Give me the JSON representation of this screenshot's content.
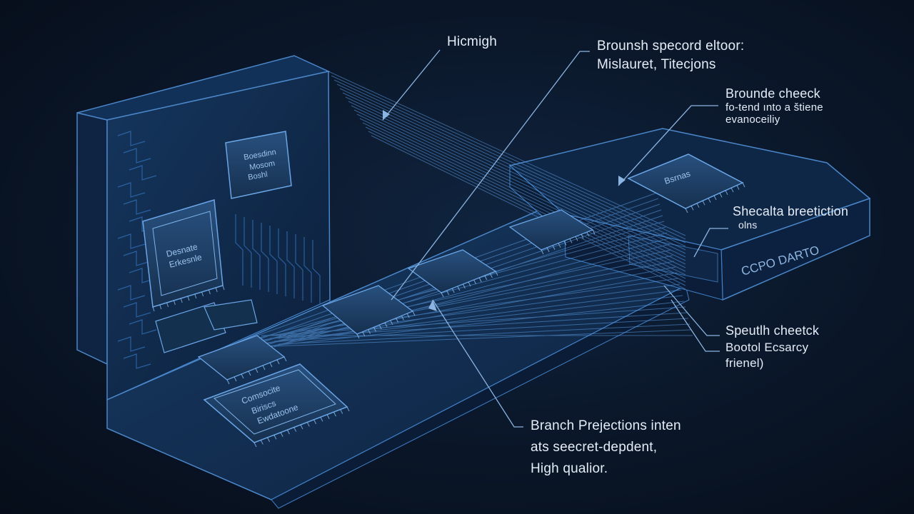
{
  "callouts": {
    "top": "Hicmigh",
    "bronish": [
      "Brounsh specord eltoor:",
      "Mislauret, Titecjons"
    ],
    "bounds_check": [
      "Brounde cheeck",
      "fo-tend ınto a štiene",
      "evanoceiliy"
    ],
    "speculative": [
      "Shecalta breetiction",
      "olns"
    ],
    "speculative_check": [
      "Speutlh cheetck",
      "Bootol Ecsarcy",
      "frienel)"
    ],
    "branch_prediction": [
      "Branch Prejections inten",
      "ats seecret-depdent,",
      "High qualior."
    ]
  },
  "chips": {
    "large_left": [
      "Desnate",
      "Erkesnle"
    ],
    "back_mid": [
      "Boesdinn",
      "Mosom",
      "Boshl"
    ],
    "front_large": [
      "Comsocite",
      "Biriscs",
      "Ewdatoone"
    ],
    "right_chip": "Bsrnas",
    "right_module": "CCPO DARTO"
  },
  "colors": {
    "background": "#0a1628",
    "wire": "#3f7fc6",
    "chip_face": "#1b3659",
    "text": "#e4ecf6"
  }
}
